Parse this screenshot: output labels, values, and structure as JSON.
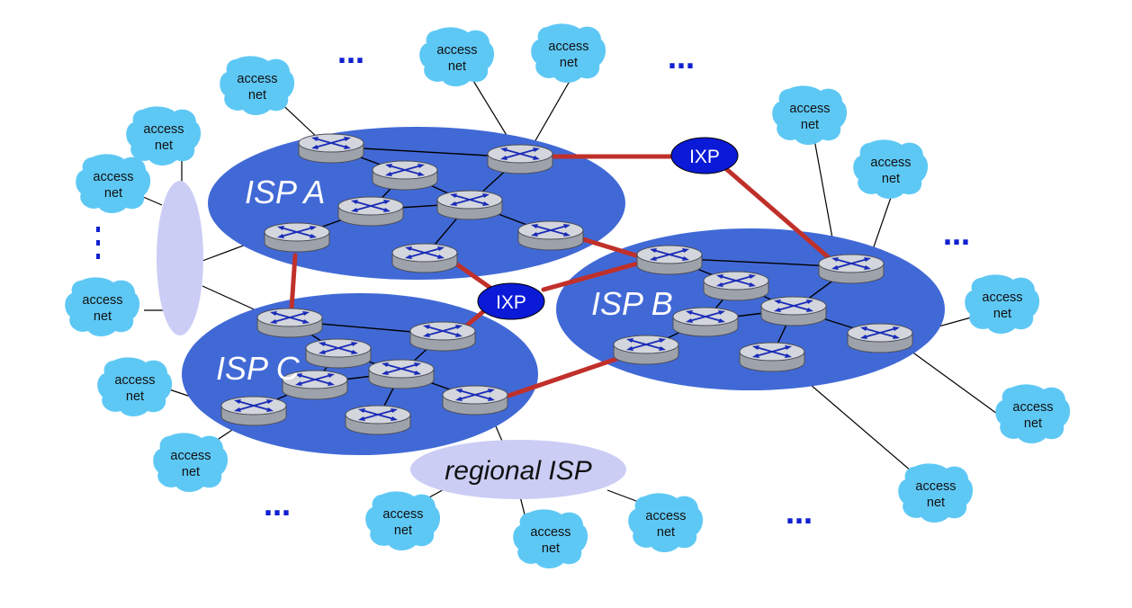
{
  "isps": [
    {
      "label": "ISP A"
    },
    {
      "label": "ISP B"
    },
    {
      "label": "ISP C"
    }
  ],
  "ixps": [
    {
      "label": "IXP"
    },
    {
      "label": "IXP"
    }
  ],
  "regional_isp": {
    "label": "regional ISP"
  },
  "access_net": {
    "line1": "access",
    "line2": "net"
  },
  "ellipsis": "…",
  "colors": {
    "isp_fill": "#4169d6",
    "ixp_fill": "#0a1ad6",
    "peering_link": "#c0302a",
    "regional_fill": "#cccdf5",
    "access_cloud": "#5ec8f5",
    "router_body": "#c8cbd2",
    "router_arrows": "#1a2bb8",
    "ellipsis": "#1020d0"
  }
}
